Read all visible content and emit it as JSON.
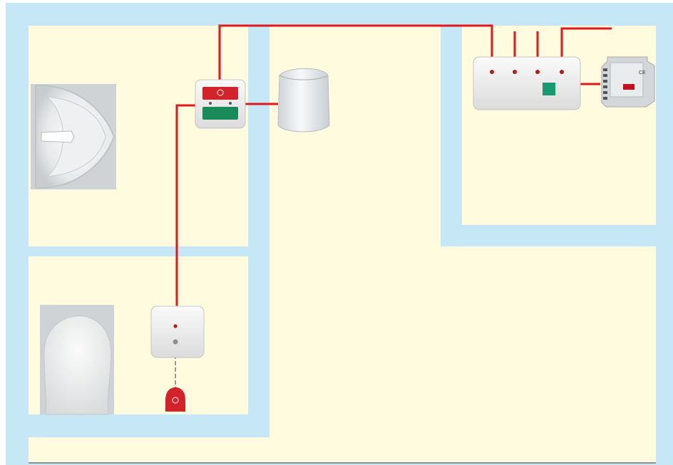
{
  "colors": {
    "wall": "#c6e8f6",
    "floor": "#fffbdf",
    "wire": "#e3171e",
    "device_body": "#f1f1f1",
    "device_edge": "#cfcfcf",
    "call_red": "#d2232a",
    "reset_green": "#1a8a5a",
    "status_led": "#b01e1e",
    "control_green": "#1a9a72"
  },
  "rooms": [
    {
      "name": "bathroom-washbasin",
      "fixture": "washbasin"
    },
    {
      "name": "bathroom-toilet",
      "fixture": "toilet"
    },
    {
      "name": "corridor",
      "fixture": "none"
    },
    {
      "name": "control-room",
      "fixture": "none"
    }
  ],
  "devices": [
    {
      "name": "call-reset-station",
      "icon": "call-button-with-reset-icon"
    },
    {
      "name": "corridor-lamp",
      "icon": "ceiling-lamp-icon"
    },
    {
      "name": "pull-cord-call-unit",
      "icon": "pull-cord-switch-icon"
    },
    {
      "name": "pull-cord-handle",
      "icon": "red-bell-handle-icon"
    },
    {
      "name": "system-control-unit",
      "icon": "controller-with-4-leds-icon"
    },
    {
      "name": "power-supply-unit",
      "icon": "din-rail-psu-icon"
    }
  ],
  "control_unit": {
    "status_leds": 4,
    "outputs": 4
  }
}
